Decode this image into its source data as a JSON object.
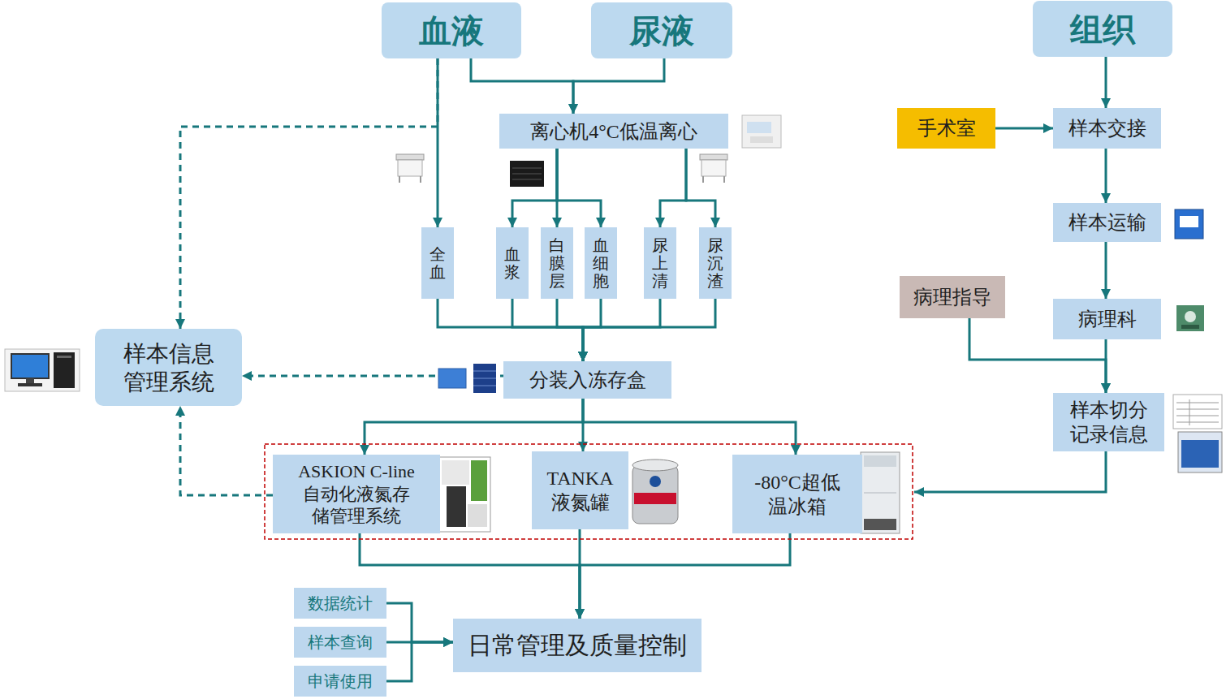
{
  "diagram": {
    "nodes": [
      {
        "text": [
          "血液"
        ]
      },
      {
        "text": [
          "尿液"
        ]
      },
      {
        "text": [
          "组织"
        ]
      },
      {
        "text": [
          "离心机4°C低温离心"
        ]
      },
      {
        "text": [
          "手术室"
        ]
      },
      {
        "text": [
          "样本交接"
        ]
      },
      {
        "text": [
          "样本信息 管理系统"
        ]
      },
      {
        "text": [
          "全血"
        ]
      },
      {
        "text": [
          "血浆"
        ]
      },
      {
        "text": [
          "白膜层"
        ]
      },
      {
        "text": [
          "血细胞"
        ]
      },
      {
        "text": [
          "尿上清"
        ]
      },
      {
        "text": [
          "尿沉渣"
        ]
      },
      {
        "text": [
          "样本运输"
        ]
      },
      {
        "text": [
          "病理指导"
        ]
      },
      {
        "text": [
          "病理科"
        ]
      },
      {
        "text": [
          "分装入冻存盒"
        ]
      },
      {
        "text": [
          "样本切分 记录信息"
        ]
      },
      {
        "text": [
          "ASKION C-line 自动化液氮存 储管理系统"
        ]
      },
      {
        "text": [
          "TANKA 液氮罐"
        ]
      },
      {
        "text": [
          "-80°C超低 温冰箱"
        ]
      },
      {
        "text": [
          "数据统计"
        ]
      },
      {
        "text": [
          "样本查询"
        ]
      },
      {
        "text": [
          "申请使用"
        ]
      },
      {
        "text": [
          "日常管理及质量控制"
        ]
      }
    ],
    "edges": [
      {
        "from": 0,
        "to": 7,
        "arrow": "to"
      },
      {
        "from": 0,
        "to": 3,
        "arrow": "to"
      },
      {
        "from": 1,
        "to": 3,
        "arrow": "to"
      },
      {
        "from": 0,
        "to": 6,
        "arrow": "to"
      },
      {
        "from": 3,
        "to": 8,
        "arrow": "to"
      },
      {
        "from": 3,
        "to": 9,
        "arrow": "to"
      },
      {
        "from": 3,
        "to": 10,
        "arrow": "to"
      },
      {
        "from": 3,
        "to": 11,
        "arrow": "to"
      },
      {
        "from": 3,
        "to": 12,
        "arrow": "to"
      },
      {
        "from": 7,
        "to": 16,
        "arrow": "to"
      },
      {
        "from": 8,
        "to": 16,
        "arrow": "to"
      },
      {
        "from": 9,
        "to": 16,
        "arrow": "to"
      },
      {
        "from": 10,
        "to": 16,
        "arrow": "to"
      },
      {
        "from": 11,
        "to": 16,
        "arrow": "to"
      },
      {
        "from": 12,
        "to": 16,
        "arrow": "to"
      },
      {
        "from": 16,
        "to": 6,
        "arrow": "to"
      },
      {
        "from": 16,
        "to": 18,
        "arrow": "to"
      },
      {
        "from": 16,
        "to": 19,
        "arrow": "to"
      },
      {
        "from": 16,
        "to": 20,
        "arrow": "to"
      },
      {
        "from": 18,
        "to": 6,
        "arrow": "to"
      },
      {
        "from": 18,
        "to": 24,
        "arrow": "to"
      },
      {
        "from": 19,
        "to": 24,
        "arrow": "to"
      },
      {
        "from": 20,
        "to": 24,
        "arrow": "to"
      },
      {
        "from": 21,
        "to": 24,
        "arrow": "to"
      },
      {
        "from": 22,
        "to": 24,
        "arrow": "to"
      },
      {
        "from": 23,
        "to": 24,
        "arrow": "to"
      },
      {
        "from": 2,
        "to": 5,
        "arrow": "to"
      },
      {
        "from": 4,
        "to": 5,
        "arrow": "to"
      },
      {
        "from": 5,
        "to": 13,
        "arrow": "to"
      },
      {
        "from": 13,
        "to": 15,
        "arrow": "to"
      },
      {
        "from": 15,
        "to": 17,
        "arrow": "to"
      },
      {
        "from": 14,
        "to": 17,
        "arrow": "to"
      },
      {
        "from": 17,
        "to": 20,
        "arrow": "to"
      }
    ]
  }
}
